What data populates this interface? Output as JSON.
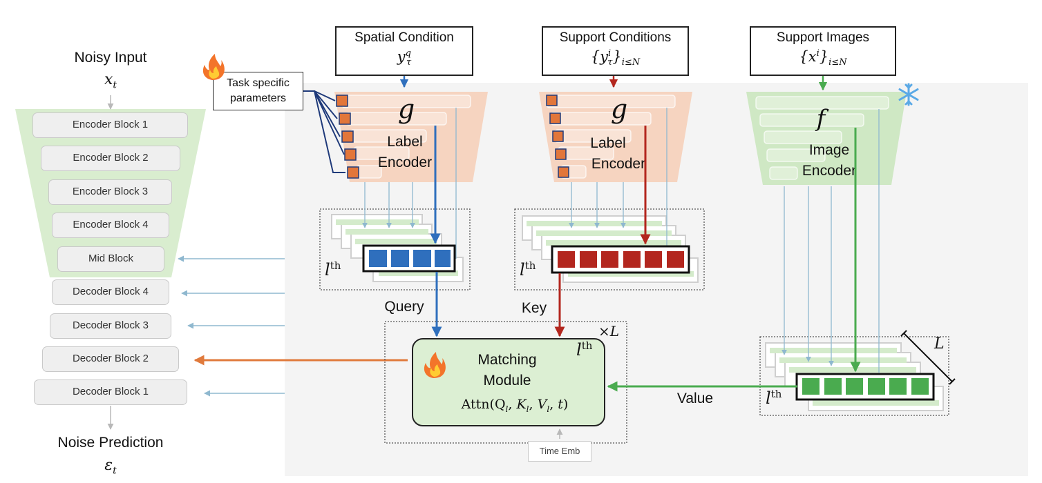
{
  "unet": {
    "input_label": "Noisy Input",
    "input_symbol": "x",
    "input_sub": "t",
    "output_label": "Noise Prediction",
    "output_symbol": "ε",
    "output_sub": "t",
    "blocks": [
      "Encoder Block 1",
      "Encoder Block 2",
      "Encoder Block 3",
      "Encoder Block 4",
      "Mid Block",
      "Decoder Block 4",
      "Decoder Block 3",
      "Decoder Block 2",
      "Decoder Block 1"
    ]
  },
  "task_params": {
    "line1": "Task specific",
    "line2": "parameters"
  },
  "spatial": {
    "title": "Spatial Condition",
    "symbol": "y",
    "sup": "q",
    "sub": "τ",
    "encoder_symbol": "g",
    "encoder_line1": "Label",
    "encoder_line2": "Encoder"
  },
  "support_cond": {
    "title": "Support Conditions",
    "expr_open": "{",
    "symbol": "y",
    "sup": "i",
    "sub": "τ",
    "expr_close": "}",
    "outer_sub": "i≤N",
    "encoder_symbol": "g",
    "encoder_line1": "Label",
    "encoder_line2": "Encoder"
  },
  "support_img": {
    "title": "Support Images",
    "expr_open": "{",
    "symbol": "x",
    "sup": "i",
    "expr_close": "}",
    "outer_sub": "i≤N",
    "encoder_symbol": "f",
    "encoder_line1": "Image",
    "encoder_line2": "Encoder"
  },
  "layer": {
    "l": "l",
    "th": "th",
    "L": "L",
    "times": "×"
  },
  "labels": {
    "query": "Query",
    "key": "Key",
    "value": "Value"
  },
  "matching": {
    "line1": "Matching",
    "line2": "Module",
    "attn": "Attn(Q",
    "attn_q": "l",
    "attn_k": "l",
    "attn_v": "l"
  },
  "time_emb": "Time Emb",
  "colors": {
    "query": "#2f6fbd",
    "key": "#b3261e",
    "value": "#4aab4f",
    "label_encoder_bg": "#f6d4c0",
    "image_encoder_bg": "#cfe8c4",
    "unet_bg": "#d9edcf",
    "param": "#e2763a",
    "param_line": "#1f3a7a",
    "skip_arrow": "#8fb8cf",
    "out_arrow": "#e07a3c",
    "panel_bg": "#f4f4f4"
  }
}
